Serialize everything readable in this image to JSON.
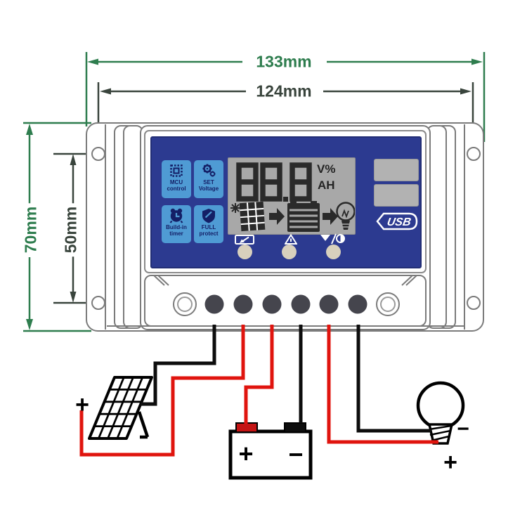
{
  "dimensions": {
    "outer_width": "133mm",
    "body_width": "124mm",
    "outer_height": "70mm",
    "hole_spacing": "50mm"
  },
  "controller": {
    "feature_tiles": [
      {
        "line1": "MCU",
        "line2": "control"
      },
      {
        "line1": "SET",
        "line2": "Voltage"
      },
      {
        "line1": "Build-in",
        "line2": "timer"
      },
      {
        "line1": "FULL",
        "line2": "protect"
      }
    ],
    "lcd": {
      "reading": "88.8",
      "unit_top": "V%",
      "unit_bottom": "AH",
      "flow_icons": [
        "solar-panel",
        "arrow",
        "battery",
        "arrow",
        "lamp"
      ]
    },
    "usb_label": "USB",
    "button_icons": [
      "solar-panel-button",
      "battery-button",
      "load-display-button"
    ]
  },
  "wiring_labels": {
    "solar_plus": "+",
    "battery_plus": "+",
    "battery_minus": "−",
    "load_minus": "−",
    "load_plus": "+"
  },
  "colors": {
    "dimension_green": "#2e7d4e",
    "dimension_dark": "#39443c",
    "faceplate_blue": "#2c3a90",
    "tile_blue": "#4f9bd4",
    "lcd_gray": "#a8a8a8",
    "wire_red": "#e0140e",
    "wire_black": "#0d0d0d"
  }
}
